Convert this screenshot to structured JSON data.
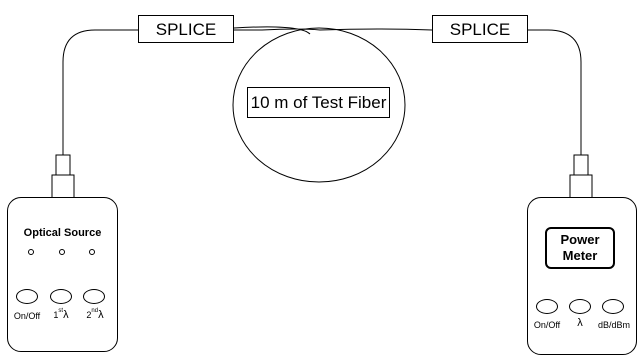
{
  "diagram": {
    "splice_left": "SPLICE",
    "splice_right": "SPLICE",
    "test_fiber": "10 m of Test Fiber",
    "optical_source": {
      "title": "Optical Source",
      "buttons": {
        "on_off": "On/Off",
        "first_lambda_num": "1",
        "first_lambda_sup": "st",
        "second_lambda_num": "2",
        "second_lambda_sup": "nd",
        "lambda_symbol": "λ"
      }
    },
    "power_meter": {
      "title_line1": "Power",
      "title_line2": "Meter",
      "buttons": {
        "on_off": "On/Off",
        "lambda": "λ",
        "db_dbm": "dB/dBm"
      }
    }
  }
}
